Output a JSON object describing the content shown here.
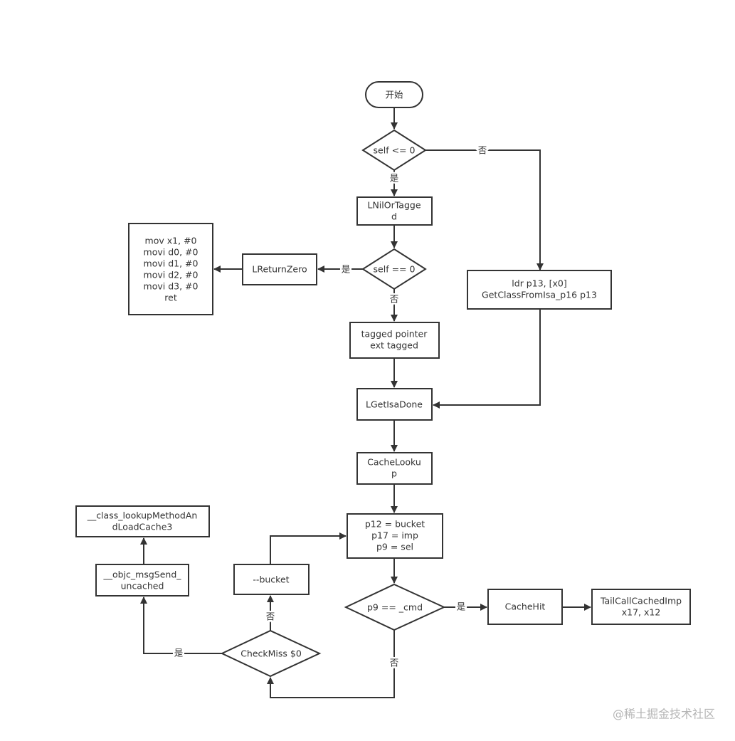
{
  "nodes": {
    "start": "开始",
    "cond_self_le_0": "self <= 0",
    "lnil_1": "LNilOrTagge",
    "lnil_2": "d",
    "cond_self_eq_0": "self == 0",
    "lreturnzero": "LReturnZero",
    "ret_lines": [
      "mov x1, #0",
      "movi d0, #0",
      "movi d1, #0",
      "movi d2, #0",
      "movi d3, #0",
      "ret"
    ],
    "ldr_1": "ldr p13, [x0]",
    "ldr_2": "GetClassFromIsa_p16 p13",
    "tagged_1": "tagged pointer",
    "tagged_2": "ext tagged",
    "lgetisadone": "LGetIsaDone",
    "cachelookup_1": "CacheLooku",
    "cachelookup_2": "p",
    "bucket_lines": [
      "p12 = bucket",
      "p17 = imp",
      "p9 = sel"
    ],
    "cond_cmd": "p9 == _cmd",
    "cachehit": "CacheHit",
    "tailcall_1": "TailCallCachedImp",
    "tailcall_2": "x17, x12",
    "checkmiss": "CheckMiss $0",
    "dec_bucket": "--bucket",
    "uncached_1": "__objc_msgSend_",
    "uncached_2": "uncached",
    "lookup_1": "__class_lookupMethodAn",
    "lookup_2": "dLoadCache3"
  },
  "edge_labels": {
    "yes": "是",
    "no": "否"
  },
  "watermark": "@稀土掘金技术社区"
}
